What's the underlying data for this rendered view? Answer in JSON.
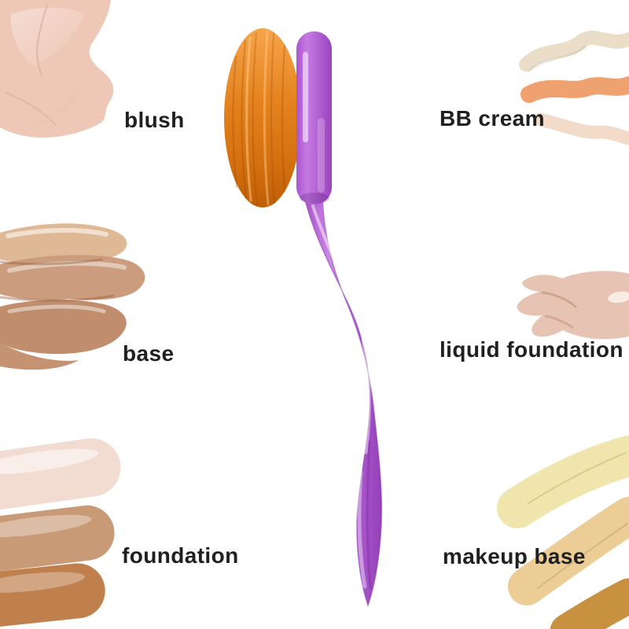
{
  "canvas": {
    "background": "#ffffff",
    "text_color": "#202020"
  },
  "left_labels": [
    {
      "label": "blush"
    },
    {
      "label": "base"
    },
    {
      "label": "foundation"
    }
  ],
  "right_labels": [
    {
      "label": "BB cream"
    },
    {
      "label": "liquid foundation"
    },
    {
      "label": "makeup base"
    }
  ],
  "brush": {
    "bristles_color": "#e0801c",
    "plate_color": "#b263d4",
    "handle_color": "#b161d3"
  },
  "swatches": {
    "blush": {
      "colors": [
        "#eec7b6",
        "#f6dccf",
        "#dbb09e"
      ]
    },
    "base": {
      "colors": [
        "#dfb896",
        "#cb9c7d",
        "#c08e6c"
      ]
    },
    "foundation": {
      "colors": [
        "#f2dcd2",
        "#c89a76",
        "#c0804e"
      ]
    },
    "bb_cream": {
      "colors": [
        "#eadec9",
        "#f0a170",
        "#f3dbc9"
      ]
    },
    "liquid_foundation": {
      "colors": [
        "#e6c3b2",
        "#f8ece4"
      ]
    },
    "makeup_base": {
      "colors": [
        "#f0e6ad",
        "#ebcd95",
        "#c8913f"
      ]
    }
  }
}
